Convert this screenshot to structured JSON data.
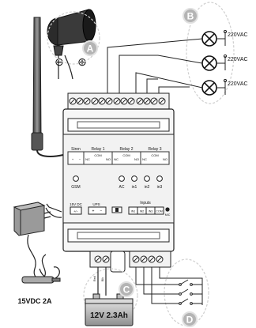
{
  "callouts": {
    "a": "A",
    "b": "B",
    "c": "C",
    "d": "D"
  },
  "lamps": {
    "voltage_labels": [
      "220VAC",
      "220VAC",
      "220VAC"
    ]
  },
  "siren": {
    "polarity_minus": "⊖",
    "polarity_plus": "⊕"
  },
  "module": {
    "section_labels": [
      "Siren",
      "Relay 1",
      "Relay 2",
      "Relay 3"
    ],
    "terminal_small_labels": [
      "+",
      "−",
      "NC",
      "COM",
      "NO",
      "NC",
      "COM",
      "NO",
      "NC",
      "COM",
      "NO"
    ],
    "status_leds": [
      "GSM",
      "AC",
      "in1",
      "in2",
      "in3"
    ],
    "power_labels": [
      "15V DC",
      "UPS"
    ],
    "power_terminal_labels": [
      "+/−",
      "+",
      "−"
    ],
    "inputs_title": "Inputs",
    "input_terminal_labels": [
      "IN1",
      "IN2",
      "IN3",
      "COM"
    ],
    "mic_label": "MIC"
  },
  "adapter": {
    "label": "15VDC 2A"
  },
  "battery": {
    "label": "12V 2.3Ah",
    "wire_labels": [
      "Red",
      "Blk"
    ]
  },
  "colors": {
    "line": "#222222",
    "callout_fill": "#b4b4b4",
    "callout_ring": "#d8d8d8",
    "module_fill": "#f4f4f4",
    "dashed": "#bdbdbd"
  }
}
